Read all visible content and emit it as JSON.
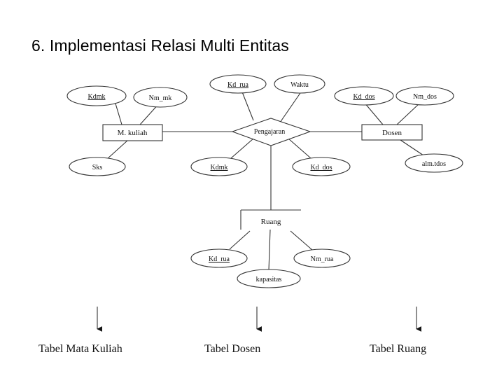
{
  "title": "6. Implementasi Relasi Multi Entitas",
  "diagram": {
    "relationship": "Pengajaran",
    "entities": {
      "matakuliah": "M. kuliah",
      "dosen": "Dosen",
      "ruang": "Ruang"
    },
    "attributes": {
      "mk_kdmk": "Kdmk",
      "mk_nmmk": "Nm_mk",
      "mk_sks": "Sks",
      "rel_kdrua": "Kd_rua",
      "rel_waktu": "Waktu",
      "rel_kdmk": "Kdmk",
      "rel_kddos": "Kd_dos",
      "dos_kddos": "Kd_dos",
      "dos_nmdos": "Nm_dos",
      "dos_alamat": "alm.tdos",
      "ru_kdrua": "Kd_rua",
      "ru_nmrua": "Nm_rua",
      "ru_kapasitas": "kapasitas"
    }
  },
  "captions": {
    "left": "Tabel Mata Kuliah",
    "middle": "Tabel Dosen",
    "right": "Tabel Ruang"
  }
}
